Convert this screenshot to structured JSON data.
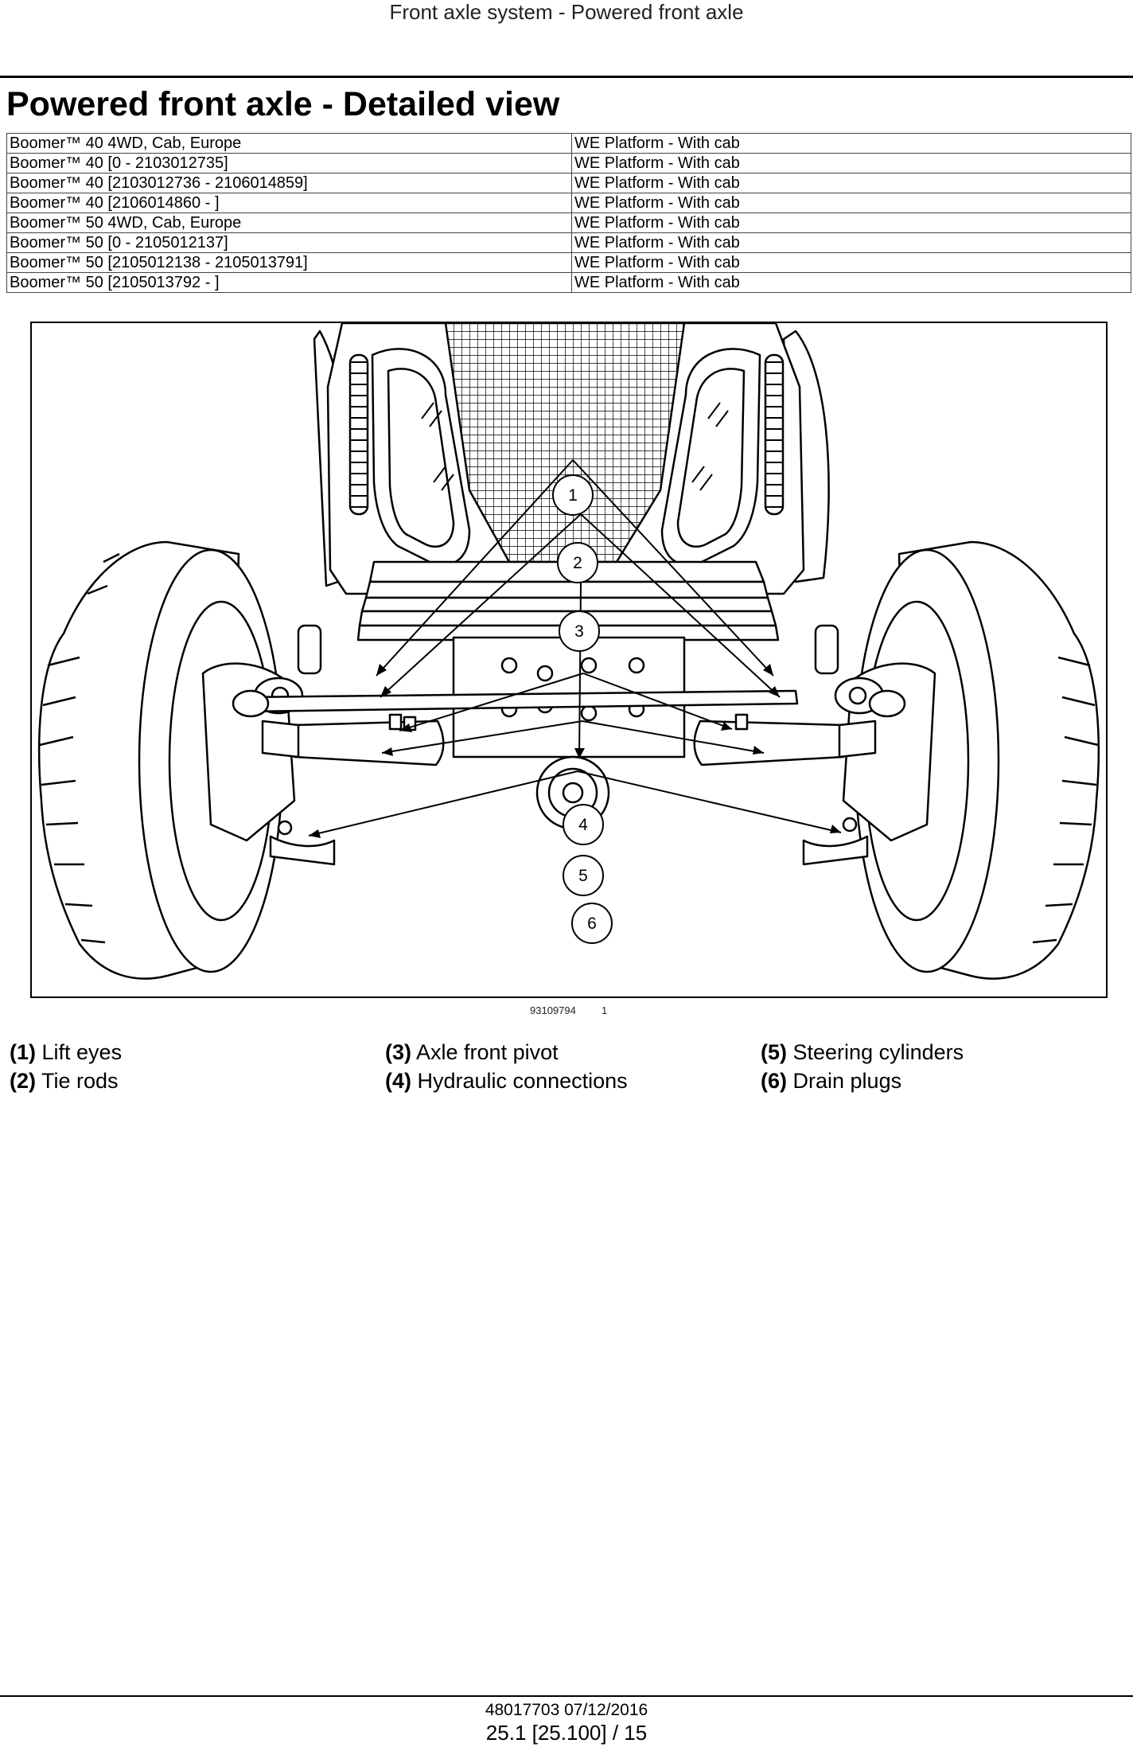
{
  "header": {
    "running_title": "Front axle system - Powered front axle"
  },
  "page_title": "Powered front axle - Detailed view",
  "applicability": [
    [
      "Boomer™ 40 4WD, Cab, Europe",
      "WE Platform - With cab"
    ],
    [
      "Boomer™ 40 [0 - 2103012735]",
      "WE Platform - With cab"
    ],
    [
      "Boomer™ 40 [2103012736 - 2106014859]",
      "WE Platform - With cab"
    ],
    [
      "Boomer™ 40 [2106014860 - ]",
      "WE Platform - With cab"
    ],
    [
      "Boomer™ 50 4WD, Cab, Europe",
      "WE Platform - With cab"
    ],
    [
      "Boomer™ 50 [0 - 2105012137]",
      "WE Platform - With cab"
    ],
    [
      "Boomer™ 50 [2105012138 - 2105013791]",
      "WE Platform - With cab"
    ],
    [
      "Boomer™ 50 [2105013792 - ]",
      "WE Platform - With cab"
    ]
  ],
  "figure": {
    "reference": "93109794",
    "number": "1",
    "callouts": [
      "1",
      "2",
      "3",
      "4",
      "5",
      "6"
    ]
  },
  "legend": [
    {
      "num": "(1)",
      "label": "Lift eyes"
    },
    {
      "num": "(2)",
      "label": "Tie rods"
    },
    {
      "num": "(3)",
      "label": "Axle front pivot"
    },
    {
      "num": "(4)",
      "label": "Hydraulic connections"
    },
    {
      "num": "(5)",
      "label": "Steering cylinders"
    },
    {
      "num": "(6)",
      "label": "Drain plugs"
    }
  ],
  "footer": {
    "doc_ref": "48017703 07/12/2016",
    "page": "25.1 [25.100] / 15"
  }
}
